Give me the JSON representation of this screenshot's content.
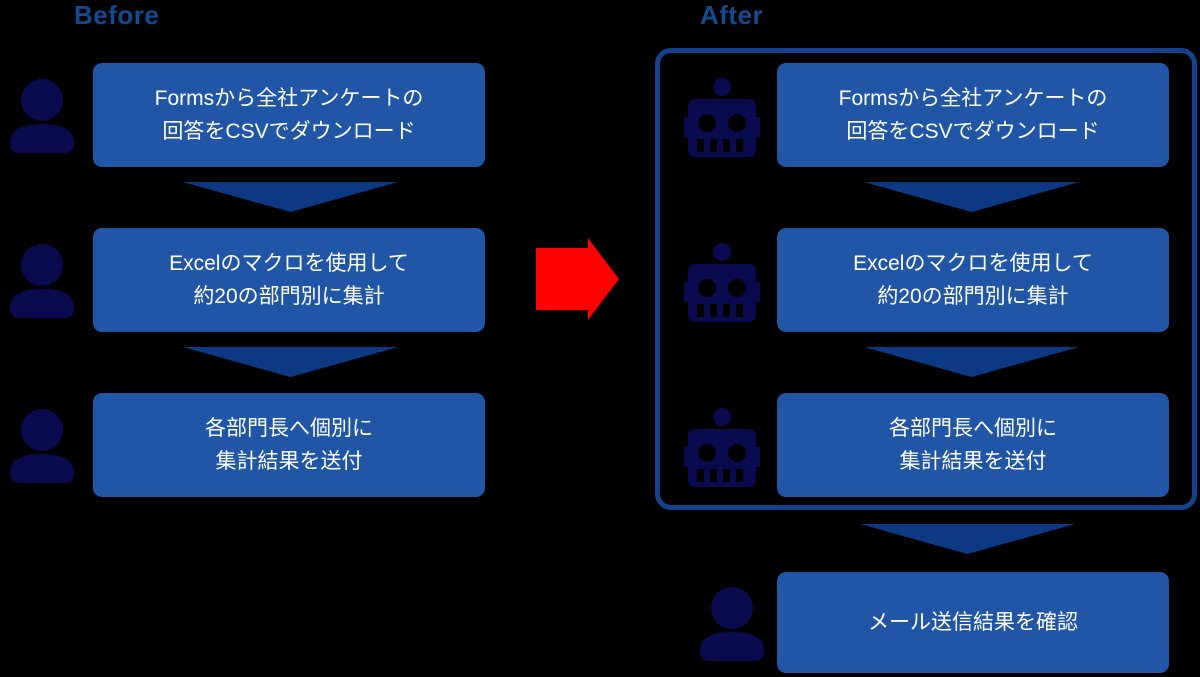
{
  "colors": {
    "background": "#000000",
    "heading_text": "#164a8f",
    "box_fill": "#2155a5",
    "box_text": "#ffffff",
    "flow_arrow": "#0d3884",
    "actor_icon": "#0a0a4f",
    "container_border": "#16418c",
    "transform_arrow": "#ff0000"
  },
  "before": {
    "heading": "Before",
    "steps": [
      {
        "actor": "person",
        "lines": [
          "Formsから全社アンケートの",
          "回答をCSVでダウンロード"
        ]
      },
      {
        "actor": "person",
        "lines": [
          "Excelのマクロを使用して",
          "約20の部門別に集計"
        ]
      },
      {
        "actor": "person",
        "lines": [
          "各部門長へ個別に",
          "集計結果を送付"
        ]
      }
    ]
  },
  "after": {
    "heading": "After",
    "automated_steps": [
      {
        "actor": "robot",
        "lines": [
          "Formsから全社アンケートの",
          "回答をCSVでダウンロード"
        ]
      },
      {
        "actor": "robot",
        "lines": [
          "Excelのマクロを使用して",
          "約20の部門別に集計"
        ]
      },
      {
        "actor": "robot",
        "lines": [
          "各部門長へ個別に",
          "集計結果を送付"
        ]
      }
    ],
    "final_step": {
      "actor": "person",
      "lines": [
        "メール送信結果を確認"
      ]
    }
  }
}
